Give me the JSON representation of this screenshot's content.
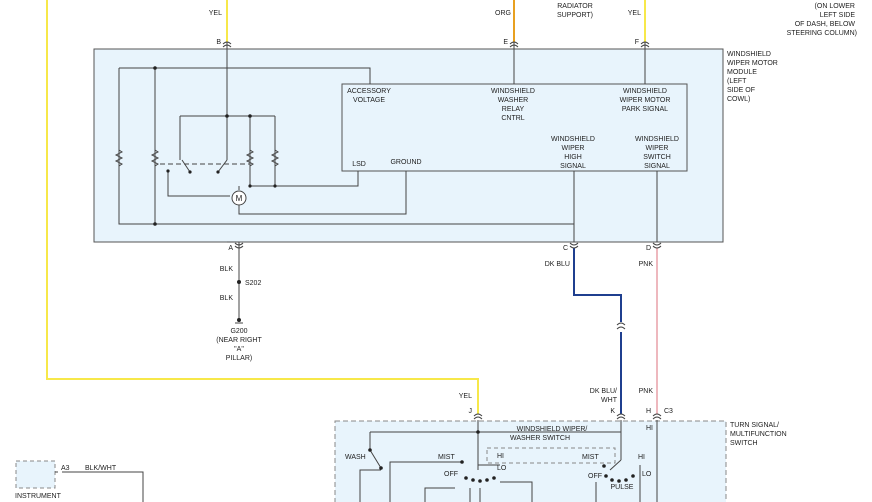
{
  "colors": {
    "wire_yellow": "#f7e84a",
    "wire_orange": "#e8a020",
    "wire_dark_blue": "#1f3f8f",
    "wire_pink": "#e8a0a8",
    "module_fill": "#e8f4fc",
    "line": "#444444"
  },
  "top_labels": {
    "radiator_support": [
      "RADIATOR",
      "SUPPORT)"
    ],
    "lower_left": [
      "(ON LOWER",
      "LEFT SIDE",
      "OF DASH, BELOW",
      "STEERING COLUMN)"
    ]
  },
  "wire_colors": {
    "yel_b": "YEL",
    "org_e": "ORG",
    "yel_f": "YEL",
    "blk_1": "BLK",
    "blk_2": "BLK",
    "dk_blu": "DK BLU",
    "pnk_1": "PNK",
    "yel_j": "YEL",
    "dk_blu_wht": [
      "DK BLU/",
      "WHT"
    ],
    "pnk_2": "PNK",
    "blk_wht": "BLK/WHT"
  },
  "pins": {
    "b": "B",
    "e": "E",
    "f": "F",
    "a": "A",
    "c": "C",
    "d": "D",
    "j": "J",
    "k": "K",
    "h": "H",
    "c3": "C3",
    "a3": "A3"
  },
  "module": {
    "title": [
      "WINDSHIELD",
      "WIPER MOTOR",
      "MODULE",
      "(LEFT",
      "SIDE OF",
      "COWL)"
    ],
    "accessory_voltage": [
      "ACCESSORY",
      "VOLTAGE"
    ],
    "washer_relay": [
      "WINDSHIELD",
      "WASHER",
      "RELAY",
      "CNTRL"
    ],
    "park_signal": [
      "WINDSHIELD",
      "WIPER MOTOR",
      "PARK SIGNAL"
    ],
    "lsd": "LSD",
    "ground": "GROUND",
    "high_signal": [
      "WINDSHIELD",
      "WIPER",
      "HIGH",
      "SIGNAL"
    ],
    "switch_signal": [
      "WINDSHIELD",
      "WIPER",
      "SWITCH",
      "SIGNAL"
    ],
    "motor": "M"
  },
  "ground": {
    "splice": "S202",
    "point": [
      "G200",
      "(NEAR RIGHT",
      "\"A\"",
      "PILLAR)"
    ]
  },
  "switch": {
    "title": [
      "TURN SIGNAL/",
      "MULTIFUNCTION",
      "SWITCH"
    ],
    "sub_title": [
      "WINDSHIELD WIPER/",
      "WASHER SWITCH"
    ],
    "wash": "WASH",
    "mist_1": "MIST",
    "hi_1": "HI",
    "lo_1": "LO",
    "off_1": "OFF",
    "mist_2": "MIST",
    "hi_2": "HI",
    "lo_2": "LO",
    "off_2": "OFF",
    "pulse": "PULSE",
    "hi_3": "HI"
  },
  "instrument": "INSTRUMENT"
}
